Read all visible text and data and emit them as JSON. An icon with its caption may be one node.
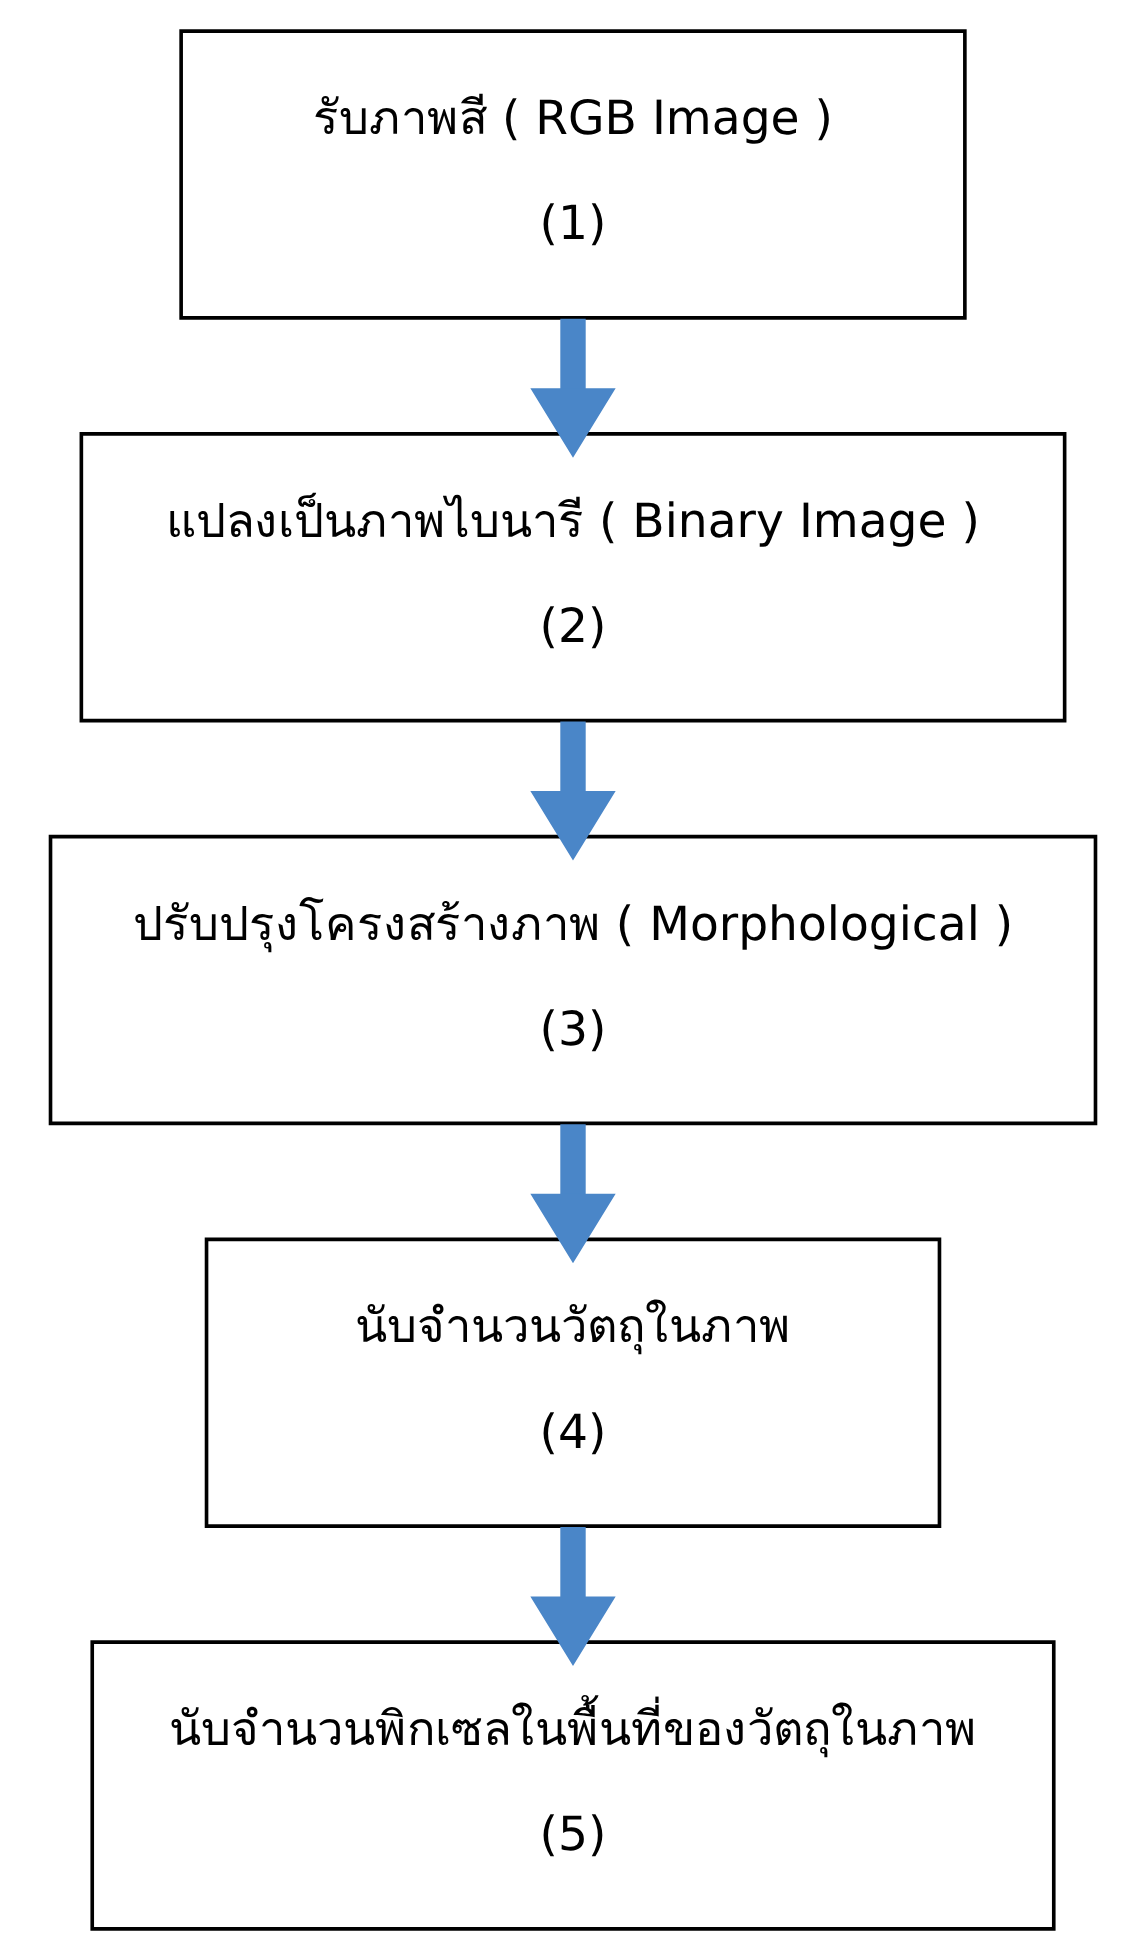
{
  "diagram": {
    "nodes": [
      {
        "text": [
          "รับภาพสี ( RGB Image )",
          "(1)"
        ]
      },
      {
        "text": [
          "แปลงเป็นภาพไบนารี ( Binary Image )",
          "(2)"
        ]
      },
      {
        "text": [
          "ปรับปรุงโครงสร้างภาพ ( Morphological )",
          "(3)"
        ]
      },
      {
        "text": [
          "นับจำนวนวัตถุในภาพ",
          "(4)"
        ]
      },
      {
        "text": [
          "นับจำนวนพิกเซลในพื้นที่ของวัตถุในภาพ",
          "(5)"
        ]
      }
    ],
    "edges": [
      {
        "from": 0,
        "to": 1,
        "arrow": "to"
      },
      {
        "from": 1,
        "to": 2,
        "arrow": "to"
      },
      {
        "from": 2,
        "to": 3,
        "arrow": "to"
      },
      {
        "from": 3,
        "to": 4,
        "arrow": "to"
      }
    ]
  }
}
